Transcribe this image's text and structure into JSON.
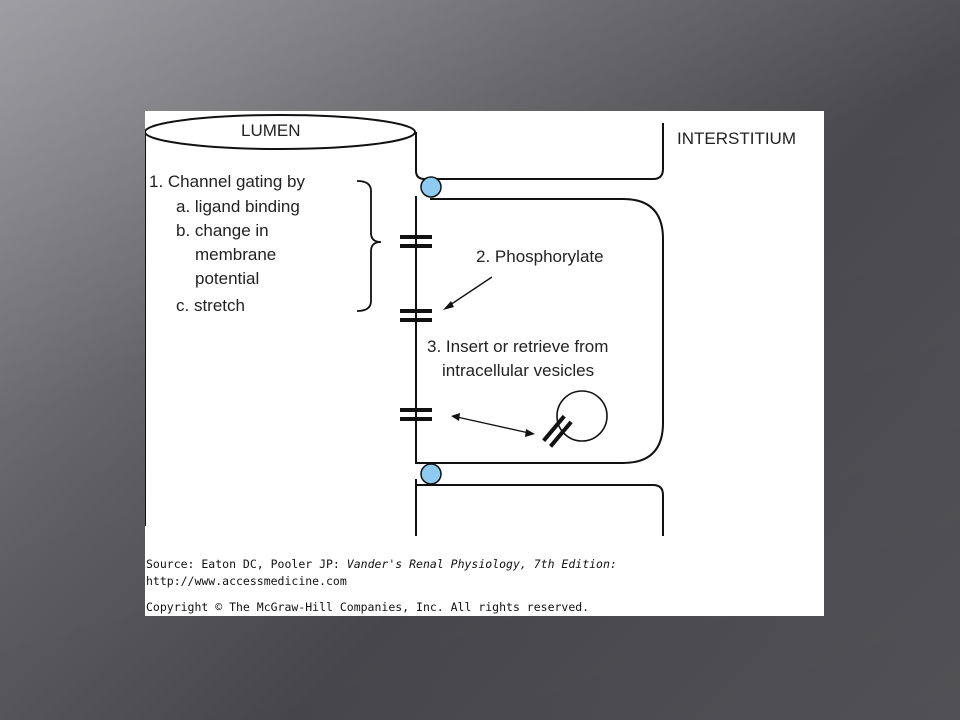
{
  "diagram": {
    "lumen_label": "LUMEN",
    "interstitium_label": "INTERSTITIUM",
    "gating": {
      "title": "1. Channel gating by",
      "a": "a. ligand binding",
      "b_line1": "b. change in",
      "b_line2": "membrane",
      "b_line3": "potential",
      "c": "c. stretch"
    },
    "phosphorylate": "2. Phosphorylate",
    "insert_line1": "3. Insert or retrieve from",
    "insert_line2": "intracellular vesicles"
  },
  "caption": {
    "source_prefix": "Source: Eaton DC, Pooler JP: ",
    "source_title": "Vander's Renal Physiology, 7th Edition:",
    "url": "http://www.accessmedicine.com",
    "copyright": "Copyright © The McGraw-Hill Companies, Inc. All rights reserved."
  },
  "colors": {
    "tight_junction": "#8ecbf0",
    "line": "#111111"
  }
}
